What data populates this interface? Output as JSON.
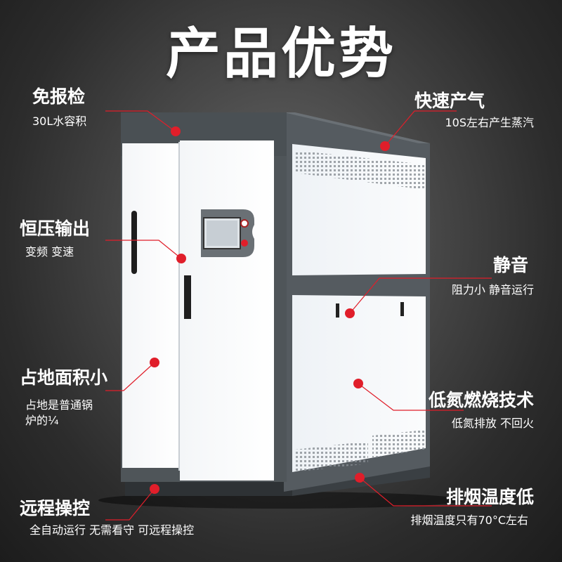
{
  "title": "产品优势",
  "features": {
    "no_inspection": {
      "title": "免报检",
      "desc": "30L水容积"
    },
    "fast_steam": {
      "title": "快速产气",
      "desc": "10S左右产生蒸汽"
    },
    "constant_pressure": {
      "title": "恒压输出",
      "desc": "变频 变速"
    },
    "silent": {
      "title": "静音",
      "desc": "阻力小 静音运行"
    },
    "small_footprint": {
      "title": "占地面积小",
      "desc_line1": "占地是普通锅",
      "desc_line2": "炉的¼"
    },
    "low_nitrogen": {
      "title": "低氮燃烧技术",
      "desc": "低氮排放 不回火"
    },
    "remote_control": {
      "title": "远程操控",
      "desc": "全自动运行 无需看守 可远程操控"
    },
    "low_exhaust": {
      "title": "排烟温度低",
      "desc": "排烟温度只有70°C左右"
    }
  },
  "colors": {
    "accent": "#e01e2a",
    "panel": "#ffffff",
    "frame": "#4f5559"
  }
}
